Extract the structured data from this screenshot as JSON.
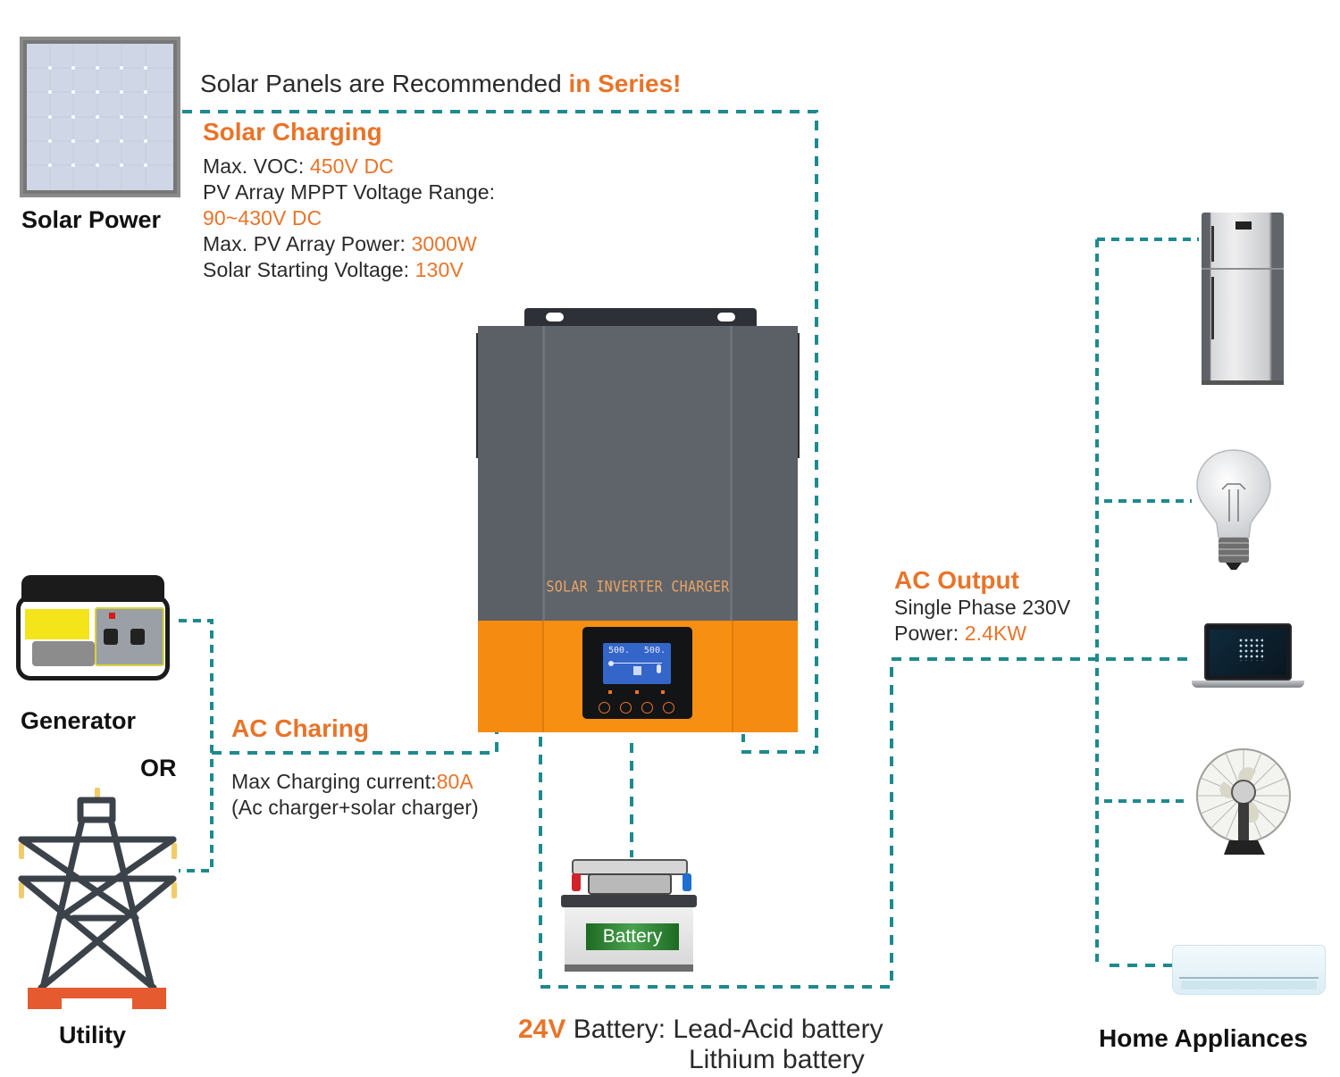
{
  "header": {
    "recommendation_prefix": "Solar Panels are Recommended ",
    "recommendation_highlight": "in Series!"
  },
  "solar": {
    "label": "Solar Power",
    "section_title": "Solar Charging",
    "specs": [
      {
        "key": "Max. VOC: ",
        "value": "450V DC"
      },
      {
        "key": "PV Array MPPT Voltage Range:",
        "value": ""
      },
      {
        "key": "",
        "value": "90~430V DC"
      },
      {
        "key": "Max. PV Array Power: ",
        "value": "3000W"
      },
      {
        "key": "Solar Starting Voltage: ",
        "value": "130V"
      }
    ]
  },
  "inverter": {
    "brand_text": "SOLAR INVERTER CHARGER",
    "lcd_left": "500.",
    "lcd_right": "500."
  },
  "ac_input": {
    "generator_label": "Generator",
    "or_label": "OR",
    "utility_label": "Utility",
    "section_title": "AC Charing",
    "spec_key": "Max Charging current:",
    "spec_value": "80A",
    "spec_note": "(Ac charger+solar charger)"
  },
  "battery": {
    "badge": "Battery",
    "voltage": "24V",
    "label": " Battery: Lead-Acid battery",
    "label_line2": "Lithium battery"
  },
  "ac_output": {
    "section_title": "AC Output",
    "phase": "Single Phase 230V",
    "power_key": "Power: ",
    "power_value": "2.4KW"
  },
  "appliances": {
    "label": "Home Appliances",
    "items": [
      "refrigerator",
      "light-bulb",
      "laptop",
      "fan",
      "air-conditioner"
    ]
  },
  "colors": {
    "accent_orange": "#e8742a",
    "connector_teal": "#1e8a8e",
    "inverter_gray": "#5b5f66",
    "inverter_orange": "#f58b10"
  }
}
